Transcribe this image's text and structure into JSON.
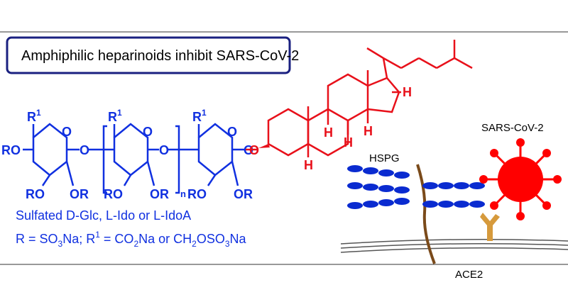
{
  "title": "Amphiphilic heparinoids inhibit SARS-CoV-2",
  "sugar": {
    "r1_base": "R",
    "r1_sup": "1",
    "ro": "RO",
    "or": "OR",
    "o": "O",
    "n": "n"
  },
  "steroid": {
    "h": "H"
  },
  "caption": {
    "line1": "Sulfated D-Glc, L-Ido or L-IdoA",
    "line2_parts": [
      "R = SO",
      "3",
      "Na; R",
      "1",
      " = CO",
      "2",
      "Na or CH",
      "2",
      "OSO",
      "3",
      "Na"
    ]
  },
  "bio": {
    "hspg": "HSPG",
    "virus": "SARS-CoV-2",
    "ace2": "ACE2"
  },
  "colors": {
    "sugar": "#1030e0",
    "steroid": "#e8101a",
    "virus": "#ff0000",
    "hspg_chain": "#0a2bd0",
    "proteoglycan_core": "#7a4a1a",
    "ace2": "#d69a3c",
    "box_border": "#1a2080"
  }
}
